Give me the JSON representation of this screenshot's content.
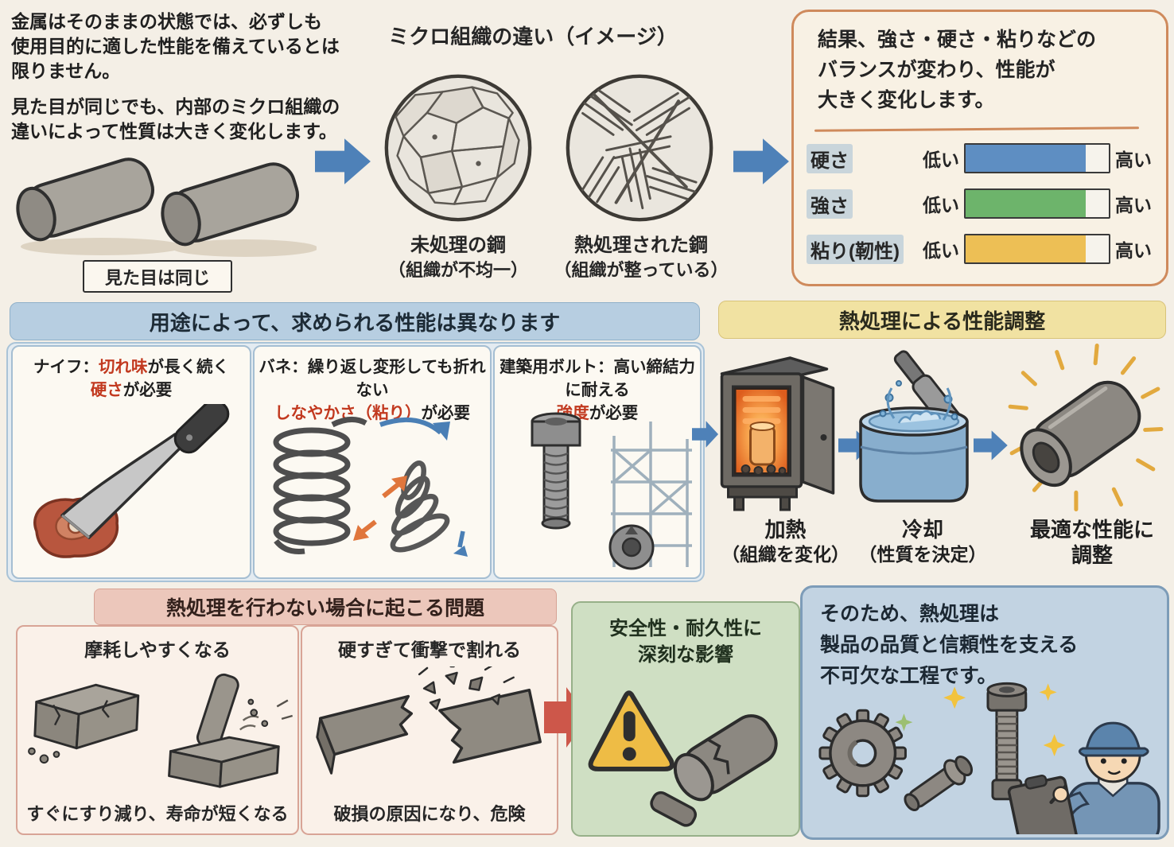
{
  "colors": {
    "background": "#f4efe6",
    "arrow_blue": "#4e81b8",
    "arrow_red": "#cd574a",
    "red_accent_text": "#c2391f",
    "hardness_bar": "#5e8ec2",
    "strength_bar": "#6db46b",
    "toughness_bar": "#edbf55"
  },
  "intro": {
    "para1_lines": [
      "金属はそのままの状態では、必ずしも",
      "使用目的に適した性能を備えているとは",
      "限りません。"
    ],
    "para2_lines": [
      "見た目が同じでも、内部のミクロ組織の",
      "違いによって性質は大きく変化します。"
    ],
    "same_look_label": "見た目は同じ",
    "illustration": "two-metal-cylinders"
  },
  "microstructure": {
    "title": "ミクロ組織の違い（イメージ）",
    "untreated_name": "未処理の鋼",
    "untreated_note": "（組織が不均一）",
    "untreated_illustration": "grain-structure-circle",
    "treated_name": "熱処理された鋼",
    "treated_note": "（組織が整っている）",
    "treated_illustration": "aligned-structure-circle"
  },
  "result_panel": {
    "lines": [
      "結果、強さ・硬さ・粘りなどの",
      "バランスが変わり、性能が",
      "大きく変化します。"
    ],
    "bars": [
      {
        "label": "硬さ",
        "low": "低い",
        "high": "高い",
        "color": "#5e8ec2",
        "fill": "84%"
      },
      {
        "label": "強さ",
        "low": "低い",
        "high": "高い",
        "color": "#6db46b",
        "fill": "84%"
      },
      {
        "label": "粘り(靭性)",
        "low": "低い",
        "high": "高い",
        "color": "#edbf55",
        "fill": "84%"
      }
    ]
  },
  "usage": {
    "title": "用途によって、求められる性能は異なります",
    "items": [
      {
        "l1a": "ナイフ：",
        "l1b": "切れ味",
        "l1c": "が長く続く",
        "l2a": "硬さ",
        "l2b": "が必要",
        "illustration": "knife-cutting-meat"
      },
      {
        "l1a": "バネ：",
        "l1b": "",
        "l1c": "繰り返し変形しても折れない",
        "l2a": "しなやかさ（粘り）",
        "l2b": "が必要",
        "illustration": "coil-springs-with-arrows"
      },
      {
        "l1a": "建築用ボルト：",
        "l1b": "",
        "l1c": "高い締結力に耐える",
        "l2a": "強度",
        "l2b": "が必要",
        "illustration": "bolt-nut-and-building-frame"
      }
    ]
  },
  "heat": {
    "title": "熱処理による性能調整",
    "steps": [
      {
        "line1": "加熱",
        "line2": "（組織を変化）",
        "illustration": "furnace-heating"
      },
      {
        "line1": "冷却",
        "line2": "（性質を決定）",
        "illustration": "quench-tank-cooling"
      },
      {
        "line1": "最適な性能に",
        "line2": "調整",
        "illustration": "finished-cylinder-shining"
      }
    ]
  },
  "problems": {
    "title": "熱処理を行わない場合に起こる問題",
    "items": [
      {
        "title": "摩耗しやすくなる",
        "caption": "すぐにすり減り、寿命が短くなる",
        "illustration": "worn-blocks-debris"
      },
      {
        "title": "硬すぎて衝撃で割れる",
        "caption": "破損の原因になり、危険",
        "illustration": "shattering-bar-fragments"
      }
    ],
    "impact_lines": [
      "安全性・耐久性に",
      "深刻な影響"
    ],
    "impact_illustration": "warning-triangle-and-broken-part"
  },
  "conclusion": {
    "lines": [
      "そのため、熱処理は",
      "製品の品質と信頼性を支える",
      "不可欠な工程です。"
    ],
    "illustration": "inspector-with-gear-and-bolts"
  }
}
